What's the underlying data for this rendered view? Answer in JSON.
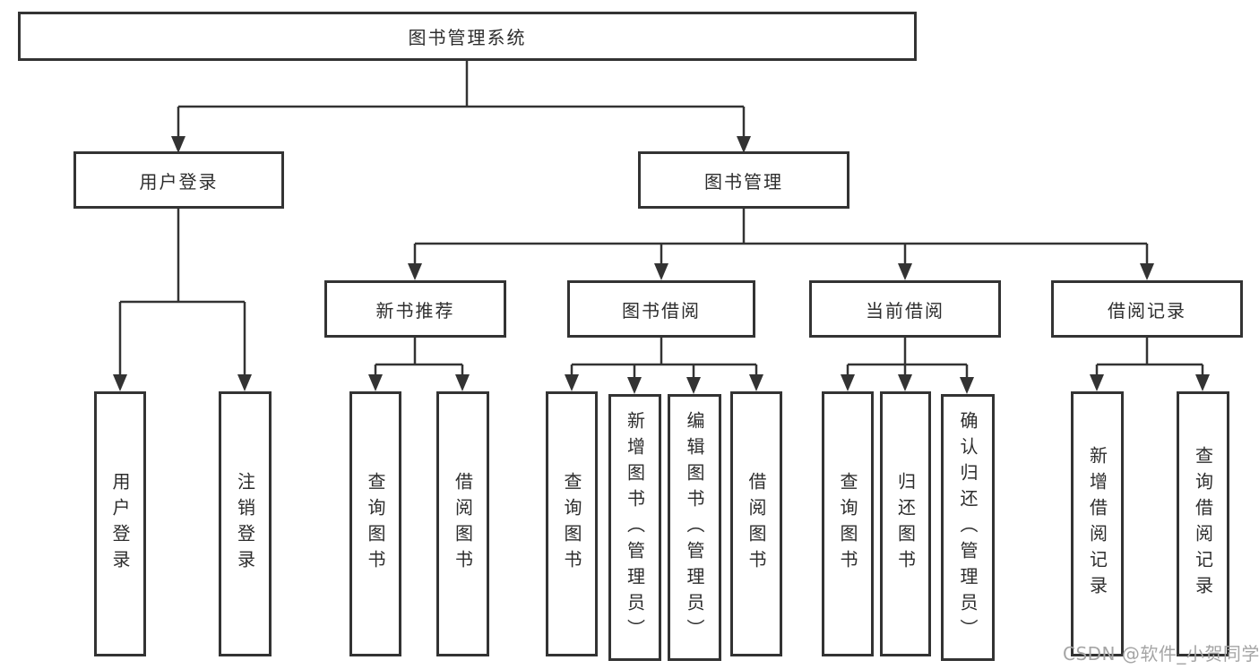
{
  "tree": {
    "root": {
      "label": "图书管理系统",
      "children": [
        {
          "label": "用户登录",
          "children": [
            {
              "label": "用户登录"
            },
            {
              "label": "注销登录"
            }
          ]
        },
        {
          "label": "图书管理",
          "children": [
            {
              "label": "新书推荐",
              "children": [
                {
                  "label": "查询图书"
                },
                {
                  "label": "借阅图书"
                }
              ]
            },
            {
              "label": "图书借阅",
              "children": [
                {
                  "label": "查询图书"
                },
                {
                  "label": "新增图书（管理员）"
                },
                {
                  "label": "编辑图书（管理员）"
                },
                {
                  "label": "借阅图书"
                }
              ]
            },
            {
              "label": "当前借阅",
              "children": [
                {
                  "label": "查询图书"
                },
                {
                  "label": "归还图书"
                },
                {
                  "label": "确认归还（管理员）"
                }
              ]
            },
            {
              "label": "借阅记录",
              "children": [
                {
                  "label": "新增借阅记录"
                },
                {
                  "label": "查询借阅记录"
                }
              ]
            }
          ]
        }
      ]
    }
  },
  "watermark": "CSDN @软件_小贺同学",
  "colors": {
    "line": "#333333",
    "text": "#2d2d2d",
    "background": "#ffffff",
    "watermark": "#a5a5a5"
  }
}
